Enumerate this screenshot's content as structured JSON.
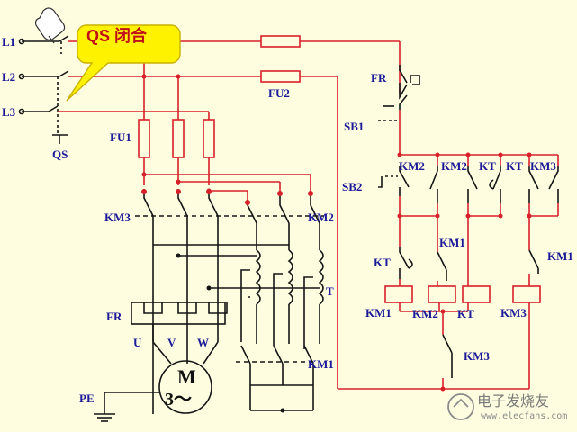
{
  "callout": {
    "text": "QS 闭合"
  },
  "labels": {
    "l1": "L1",
    "l2": "L2",
    "l3": "L3",
    "qs": "QS",
    "fu1": "FU1",
    "fu2": "FU2",
    "km3_main": "KM3",
    "km2_main": "KM2",
    "km1_main": "KM1",
    "fr_main": "FR",
    "u": "U",
    "v": "V",
    "w": "W",
    "t": "T",
    "pe": "PE",
    "motor_m": "M",
    "motor_phase": "3～",
    "fr_ctrl": "FR",
    "sb1": "SB1",
    "sb2": "SB2",
    "km2_c1": "KM2",
    "km2_c2": "KM2",
    "kt_c1": "KT",
    "kt_c2": "KT",
    "km3_c1": "KM3",
    "km1_c1": "KM1",
    "kt_c3": "KT",
    "km1_c2": "KM1",
    "km3_c2": "KM3",
    "coil_km1": "KM1",
    "coil_km2": "KM2",
    "coil_kt": "KT",
    "coil_km3": "KM3"
  },
  "watermark": {
    "text": "电子发烧友",
    "sub": "www.elecfans.com"
  },
  "colors": {
    "red": "#d8202a",
    "dark": "#151515",
    "label": "#1a1a99",
    "callout_fill": "#fff200",
    "callout_text": "#c0101a",
    "background": "#fffde0"
  }
}
